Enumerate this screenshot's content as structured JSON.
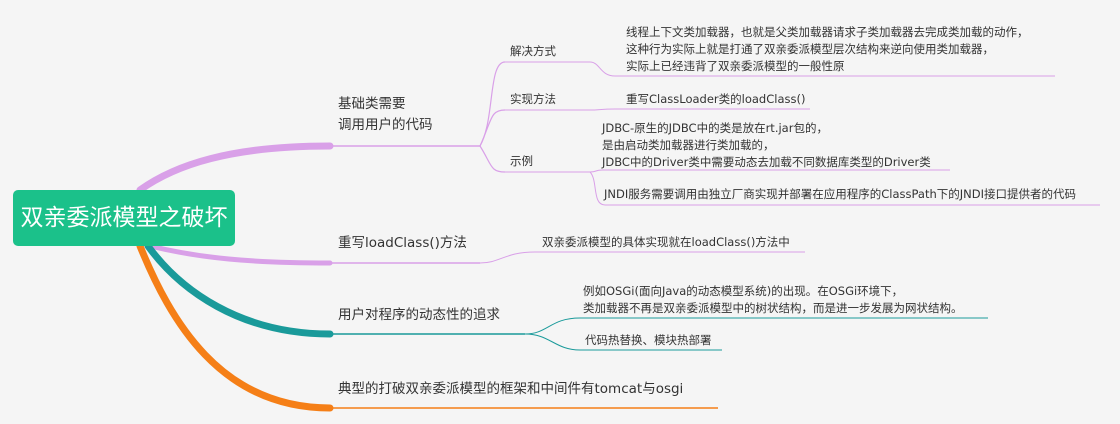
{
  "colors": {
    "background": "#f5f5f5",
    "root": "#1bc18a",
    "branch1": "#d9a0e8",
    "branch2": "#d9a0e8",
    "branch3": "#1a9a9a",
    "branch4": "#f57f17"
  },
  "root": {
    "label": "双亲委派模型之破坏"
  },
  "branches": [
    {
      "label_lines": [
        "基础类需要",
        "调用用户的代码"
      ],
      "children": [
        {
          "label": "解决方式",
          "details": [
            {
              "lines": [
                "线程上下文类加载器，也就是父类加载器请求子类加载器去完成类加载的动作，",
                "这种行为实际上就是打通了双亲委派模型层次结构来逆向使用类加载器，",
                "实际上已经违背了双亲委派模型的一般性原"
              ]
            }
          ]
        },
        {
          "label": "实现方法",
          "details": [
            {
              "lines": [
                "重写ClassLoader类的loadClass()"
              ]
            }
          ]
        },
        {
          "label": "示例",
          "details": [
            {
              "lines": [
                "JDBC-原生的JDBC中的类是放在rt.jar包的，",
                "是由启动类加载器进行类加载的，",
                "JDBC中的Driver类中需要动态去加载不同数据库类型的Driver类"
              ]
            },
            {
              "lines": [
                "JNDI服务需要调用由独立厂商实现并部署在应用程序的ClassPath下的JNDI接口提供者的代码"
              ]
            }
          ]
        }
      ]
    },
    {
      "label": "重写loadClass()方法",
      "details": [
        {
          "lines": [
            "双亲委派模型的具体实现就在loadClass()方法中"
          ]
        }
      ]
    },
    {
      "label": "用户对程序的动态性的追求",
      "details": [
        {
          "lines": [
            "例如OSGi(面向Java的动态模型系统)的出现。在OSGi环境下，",
            "类加载器不再是双亲委派模型中的树状结构，而是进一步发展为网状结构。"
          ]
        },
        {
          "lines": [
            "代码热替换、模块热部署"
          ]
        }
      ]
    },
    {
      "label": "典型的打破双亲委派模型的框架和中间件有tomcat与osgi"
    }
  ]
}
